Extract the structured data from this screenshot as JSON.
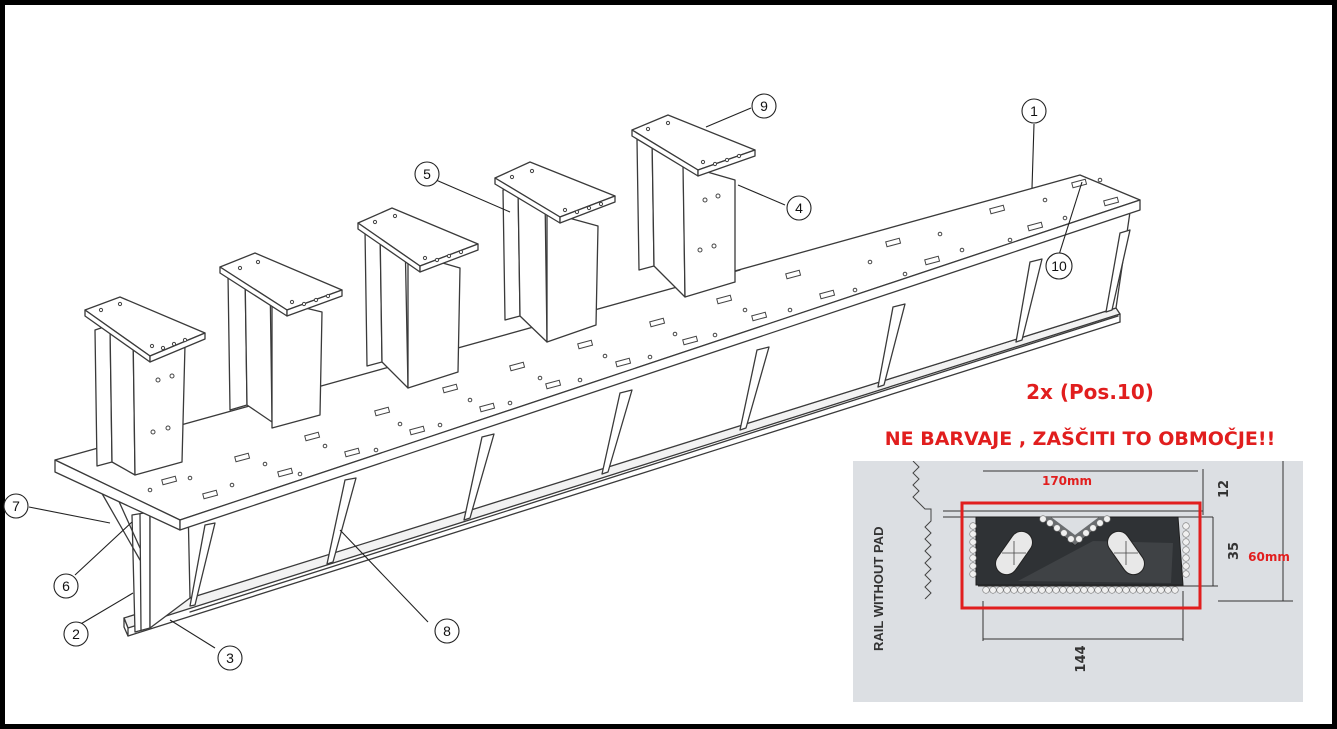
{
  "balloons": [
    "1",
    "2",
    "3",
    "4",
    "5",
    "6",
    "7",
    "8",
    "9",
    "10"
  ],
  "note": {
    "count_text": "2x (Pos.10)",
    "warning_text": "NE BARVAJE , ZAŠČITI TO OBMOČJE!!"
  },
  "photo": {
    "rail_label": "RAIL WITHOUT PAD",
    "dim_width_mm": "170mm",
    "dim_height_mm": "60mm",
    "dim_12": "12",
    "dim_35": "35",
    "dim_144": "144"
  },
  "colors": {
    "annotation_red": "#e11e1e",
    "frame": "#000000"
  }
}
